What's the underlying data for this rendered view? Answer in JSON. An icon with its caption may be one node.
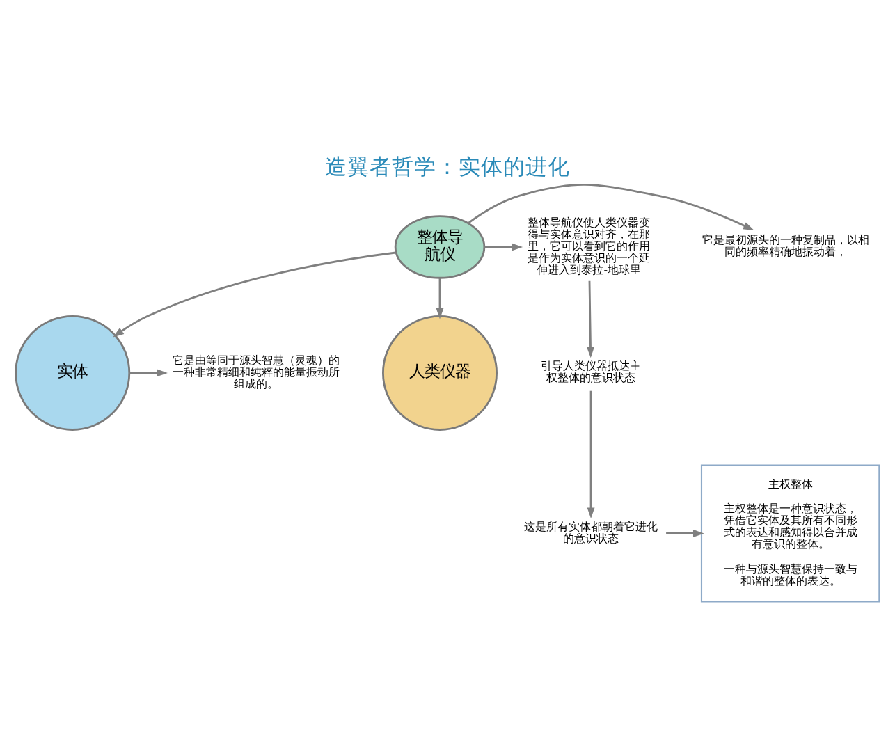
{
  "diagram": {
    "title": "造翼者哲学：实体的进化",
    "nodes": [
      {
        "text": [
          "实体"
        ]
      },
      {
        "text": [
          "人类仪器"
        ]
      },
      {
        "text": [
          "整体导航仪"
        ]
      },
      {
        "text": [
          "它是由等同于源头智慧（灵魂）的一种非常精细和纯粹的能量振动所组成的。"
        ]
      },
      {
        "text": [
          "它是最初源头的一种复制品，以相同的频率精确地振动着，"
        ]
      },
      {
        "text": [
          "整体导航仪使人类仪器变得与实体意识对齐，在那里，它可以看到它的作用是作为实体意识的一个延伸进入到泰拉-地球里"
        ]
      },
      {
        "text": [
          "引导人类仪器抵达主权整体的意识状态"
        ]
      },
      {
        "text": [
          "这是所有实体都朝着它进化的意识状态"
        ]
      },
      {
        "text": [
          "主权整体",
          "主权整体是一种意识状态，凭借它实体及其所有不同形式的表达和感知得以合并成有意识的整体。",
          "一种与源头智慧保持一致与和谐的整体的表达。"
        ]
      }
    ],
    "edges": [
      {
        "from": 2,
        "to": 0,
        "arrow": "to"
      },
      {
        "from": 2,
        "to": 1,
        "arrow": "to"
      },
      {
        "from": 0,
        "to": 3,
        "arrow": "to"
      },
      {
        "from": 2,
        "to": 4,
        "arrow": "to"
      },
      {
        "from": 2,
        "to": 5,
        "arrow": "to"
      },
      {
        "from": 5,
        "to": 6,
        "arrow": "to"
      },
      {
        "from": 6,
        "to": 7,
        "arrow": "to"
      },
      {
        "from": 7,
        "to": 8,
        "arrow": "to"
      }
    ]
  }
}
